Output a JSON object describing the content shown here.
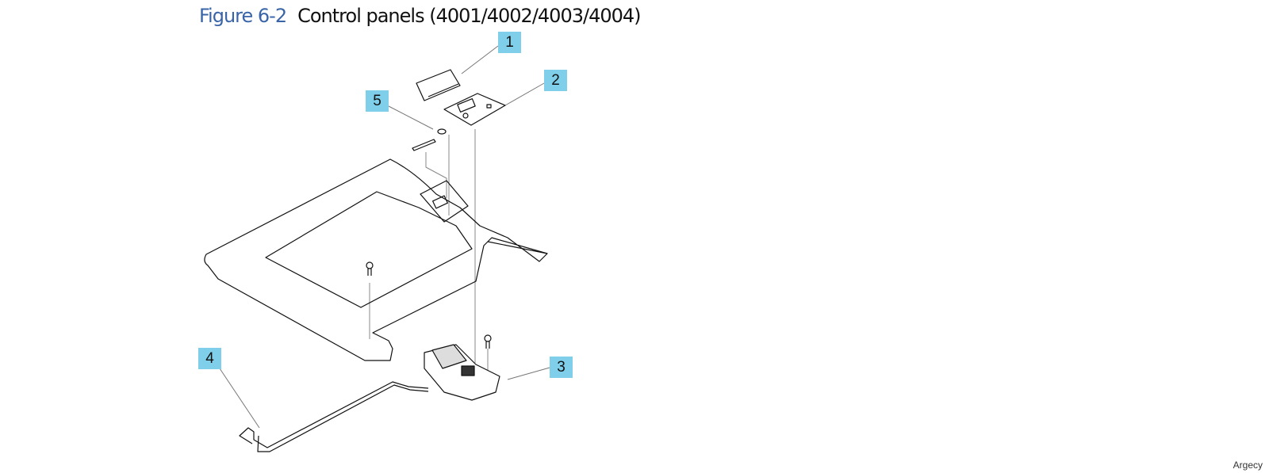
{
  "figure": {
    "number": "Figure 6-2",
    "caption": "Control panels (4001/4002/4003/4004)"
  },
  "callouts": [
    "1",
    "2",
    "3",
    "4",
    "5"
  ],
  "watermark": "Argecy",
  "colors": {
    "figure_label": "#3a64a8",
    "callout_bg": "#7fcfea"
  }
}
